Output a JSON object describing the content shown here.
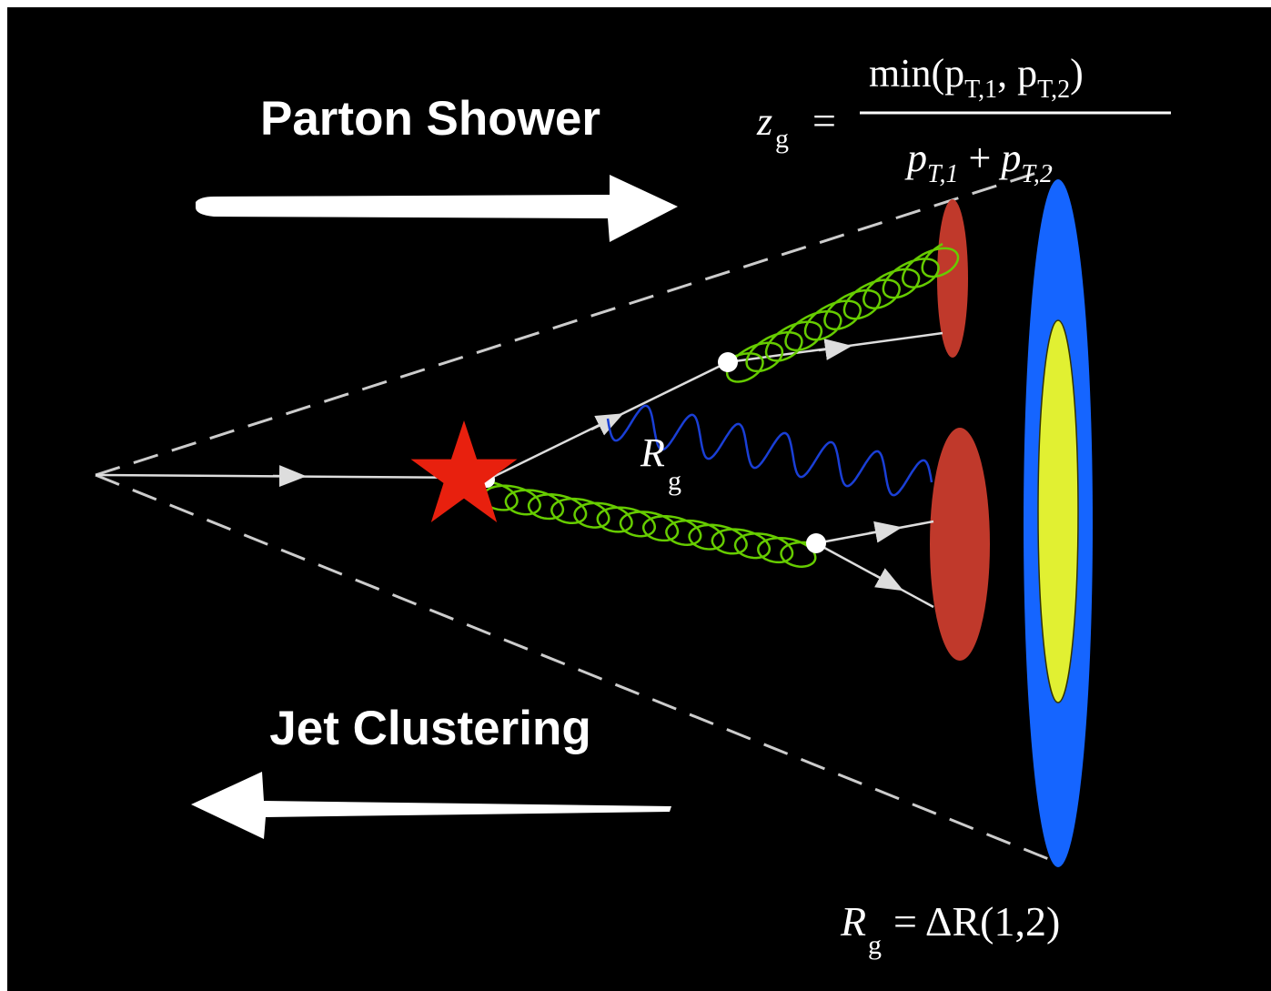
{
  "labels": {
    "parton_shower": "Parton Shower",
    "jet_clustering": "Jet Clustering"
  },
  "formulas": {
    "zg": {
      "lhs_symbol": "z",
      "lhs_sub": "g",
      "equals": "=",
      "numerator": "min(p",
      "num_sub1": "T,1",
      "num_mid": ", p",
      "num_sub2": "T,2",
      "num_close": ")",
      "den_p1": "p",
      "den_sub1": "T,1",
      "den_plus": " + ",
      "den_p2": "p",
      "den_sub2": "T,2"
    },
    "rg": {
      "symbol": "R",
      "sub": "g",
      "rhs": " = ΔR(1,2)"
    },
    "rg_inline": {
      "symbol": "R",
      "sub": "g"
    }
  },
  "colors": {
    "background": "#000000",
    "gluon": "#66cc00",
    "photon_wave": "#1a3fd6",
    "cluster_red": "#c0392b",
    "outer_ellipse": "#1565ff",
    "inner_ellipse": "#e1f032",
    "star": "#e8200e",
    "lines": "#dddddd",
    "arrows": "#ffffff"
  }
}
